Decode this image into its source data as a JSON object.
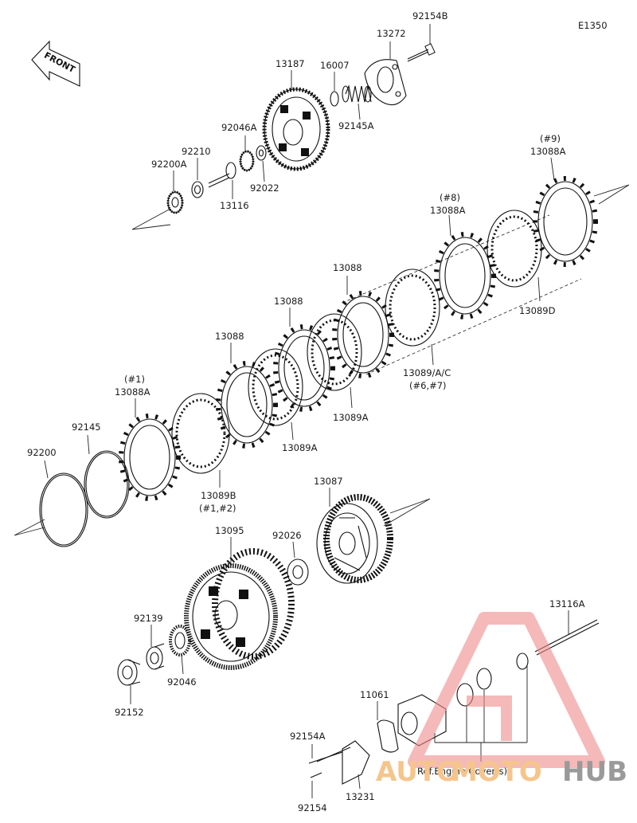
{
  "diagram_code": "E1350",
  "front_label": "FRONT",
  "labels": {
    "p92154B": "92154B",
    "p13272": "13272",
    "p13187": "13187",
    "p16007": "16007",
    "p92145A": "92145A",
    "p92046A": "92046A",
    "p92210": "92210",
    "p92200A": "92200A",
    "p92022": "92022",
    "p13116": "13116",
    "p13088A_9_ref": "(#9)",
    "p13088A_9": "13088A",
    "p13088A_8_ref": "(#8)",
    "p13088A_8": "13088A",
    "p13089D": "13089D",
    "p13088_c": "13088",
    "p13088_b": "13088",
    "p13088_a": "13088",
    "p13089AC": "13089/A/C",
    "p13089AC_ref": "(#6,#7)",
    "p13089A_b": "13089A",
    "p13089A_a": "13089A",
    "p13088A_1_ref": "(#1)",
    "p13088A_1": "13088A",
    "p92145": "92145",
    "p92200": "92200",
    "p13089B": "13089B",
    "p13089B_ref": "(#1,#2)",
    "p13087": "13087",
    "p13095": "13095",
    "p92026": "92026",
    "p92139": "92139",
    "p92046": "92046",
    "p92152": "92152",
    "p13116A": "13116A",
    "p11061": "11061",
    "p92154A": "92154A",
    "p92154": "92154",
    "p13231": "13231",
    "ref_engine_cover": "Ref.Engine Cover(s)"
  },
  "watermark": {
    "brand_a": "AUTO",
    "brand_b": "MOTO",
    "brand_c": "HUB",
    "colors": {
      "red": "#f08a8a",
      "yellow": "#f6c58c",
      "gray": "#9a9a9a"
    }
  }
}
